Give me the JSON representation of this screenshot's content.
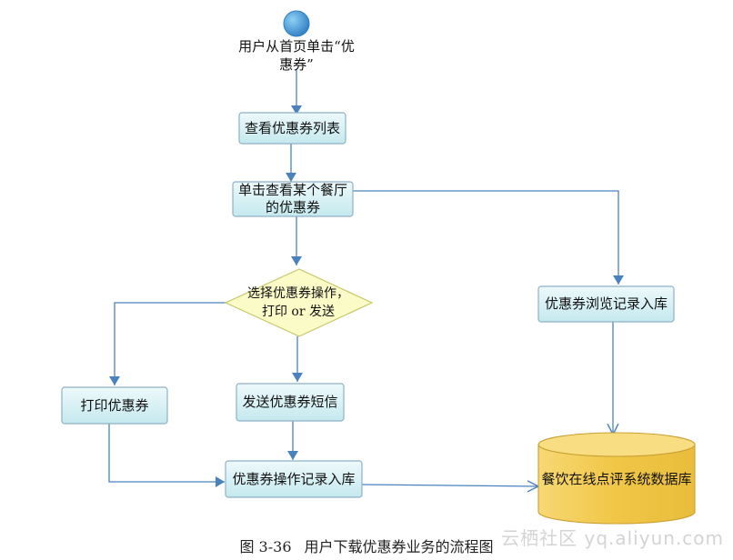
{
  "nodes": {
    "start_label": [
      "用户从首页单击“优",
      "惠券”"
    ],
    "view_list": "查看优惠券列表",
    "click_restaurant": [
      "单击查看某个餐厅",
      "的优惠券"
    ],
    "decision": [
      "选择优惠券操作，",
      "打印 or 发送"
    ],
    "print": "打印优惠券",
    "send_sms": "发送优惠券短信",
    "op_log": "优惠券操作记录入库",
    "browse_log": "优惠券浏览记录入库",
    "database": "餐饮在线点评系统数据库"
  },
  "caption": {
    "number": "图 3-36",
    "title": "用户下载优惠券业务的流程图"
  },
  "watermark": "云栖社区 yq.aliyun.com",
  "colors": {
    "process_fill_top": "#eaf8fa",
    "process_fill_bottom": "#c9ecf0",
    "process_stroke": "#7fa6bd",
    "decision_fill": "#fbfbc8",
    "decision_stroke": "#c6c66a",
    "arrow": "#4a82c0",
    "db_fill": "#f3cc55",
    "start_fill": "#3b8fd0"
  }
}
